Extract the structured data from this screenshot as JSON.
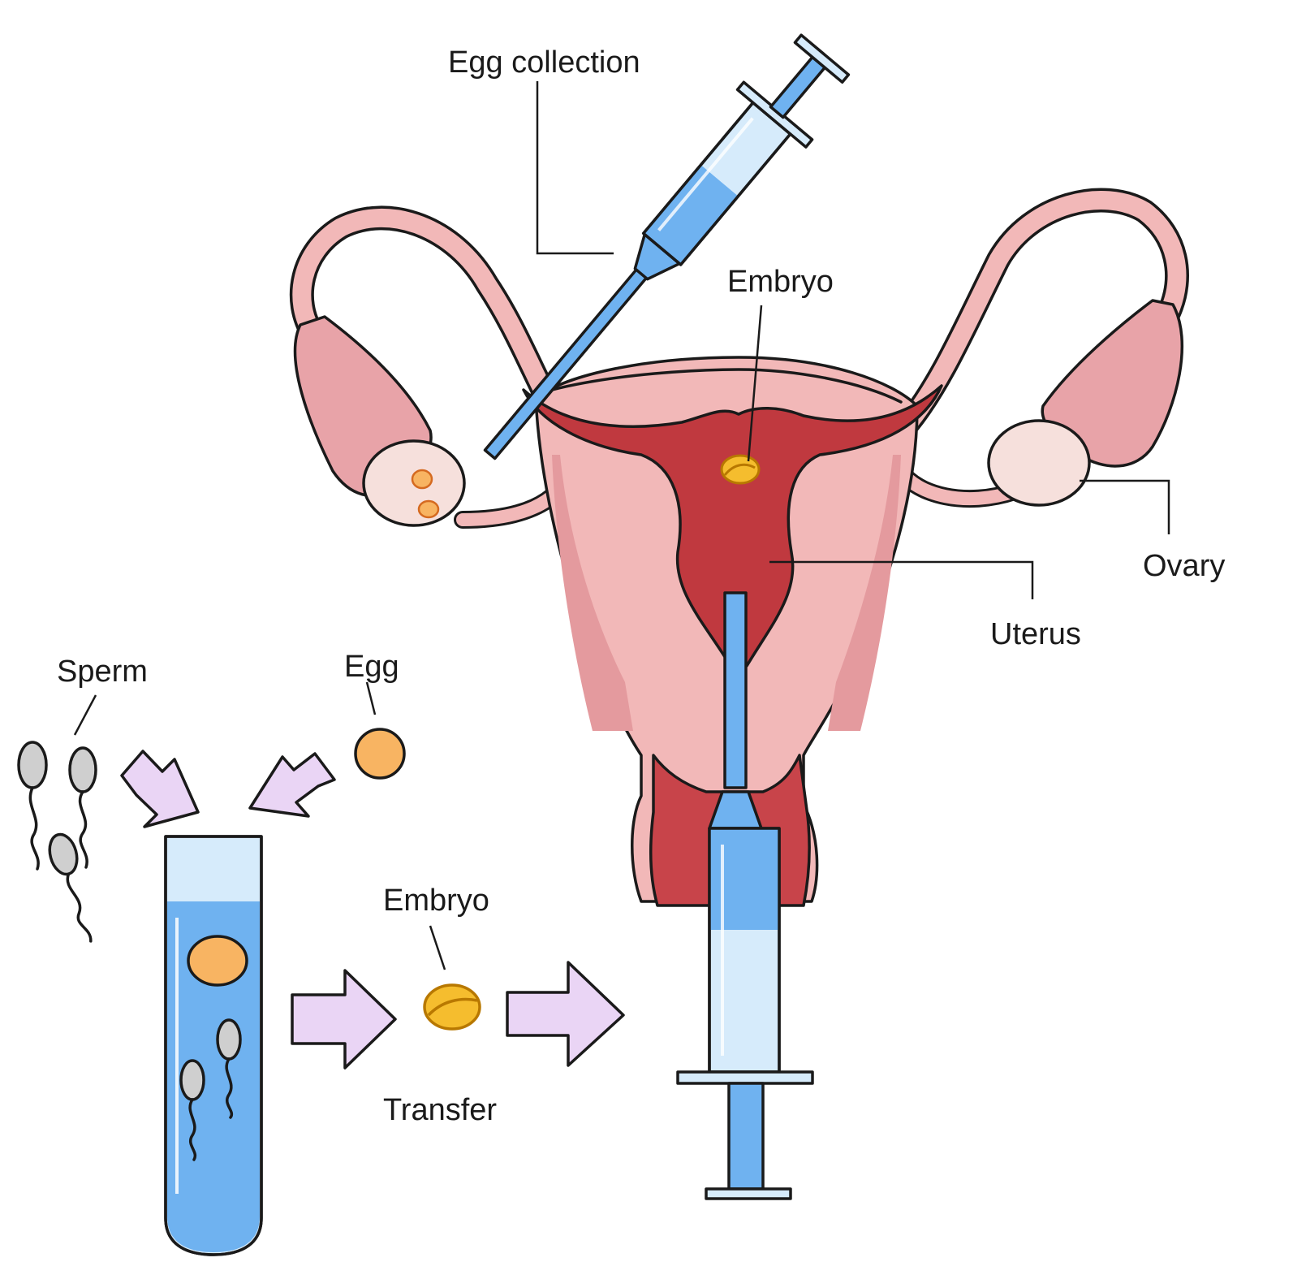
{
  "labels": {
    "egg_collection": "Egg collection",
    "embryo_top": "Embryo",
    "ovary": "Ovary",
    "uterus": "Uterus",
    "sperm": "Sperm",
    "egg": "Egg",
    "embryo_bottom": "Embryo",
    "transfer": "Transfer"
  },
  "colors": {
    "tissue_pink": "#f2b8b8",
    "tissue_dark_pink": "#e49a9e",
    "uterine_cavity": "#c0393f",
    "fluid_blue": "#6fb2f0",
    "light_blue": "#d6ebfb",
    "egg_orange": "#f8b462",
    "embryo_yellow": "#f5bd2e",
    "arrow_lilac": "#ead5f5",
    "sperm_gray": "#cfcfcf",
    "ovary_cream": "#f6e0dc"
  }
}
